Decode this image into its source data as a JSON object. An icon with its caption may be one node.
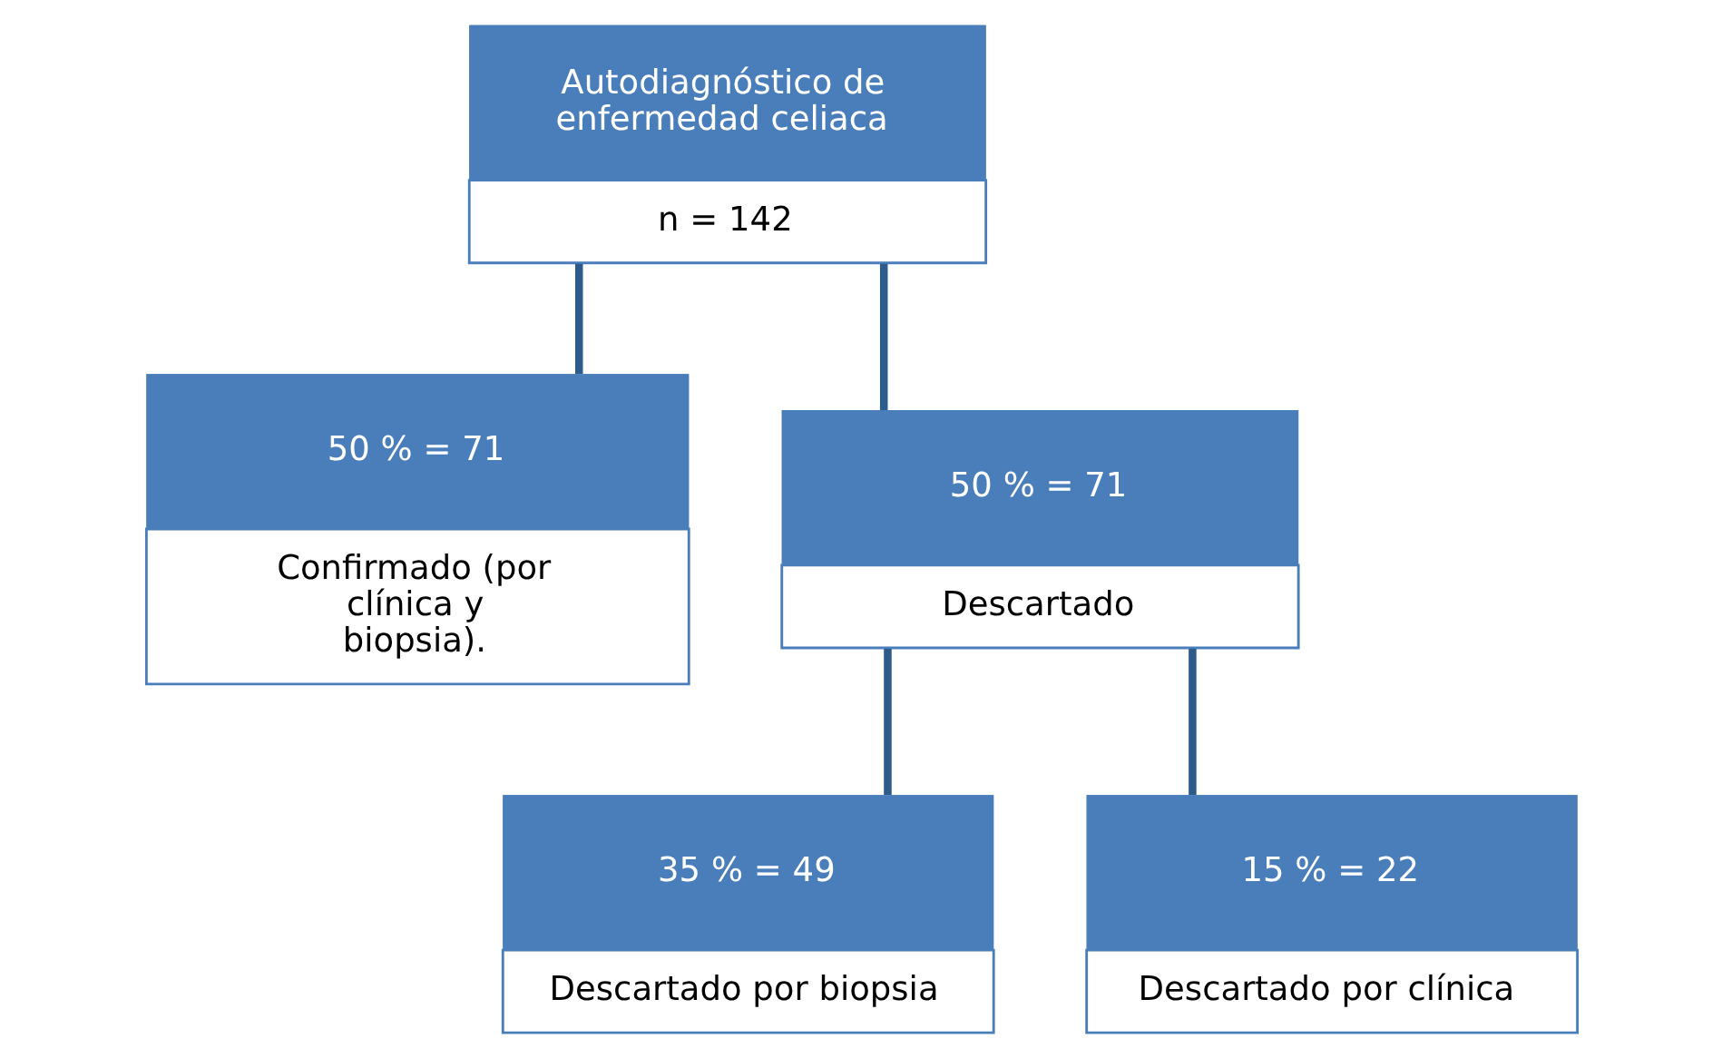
{
  "diagram": {
    "nodes": [
      {
        "text": [
          "Autodiagnóstico de enfermedad celiaca",
          "n = 142"
        ]
      },
      {
        "text": [
          "50 % = 71",
          "Confirmado (por clínica y biopsia)."
        ]
      },
      {
        "text": [
          "50 % = 71",
          "Descartado"
        ]
      },
      {
        "text": [
          "35 % = 49",
          "Descartado por biopsia"
        ]
      },
      {
        "text": [
          "15 % = 22",
          "Descartado por clínica"
        ]
      }
    ],
    "edges": [
      {
        "from": 0,
        "to": 1,
        "arrow": "none"
      },
      {
        "from": 0,
        "to": 2,
        "arrow": "none"
      },
      {
        "from": 2,
        "to": 3,
        "arrow": "none"
      },
      {
        "from": 2,
        "to": 4,
        "arrow": "none"
      }
    ]
  }
}
